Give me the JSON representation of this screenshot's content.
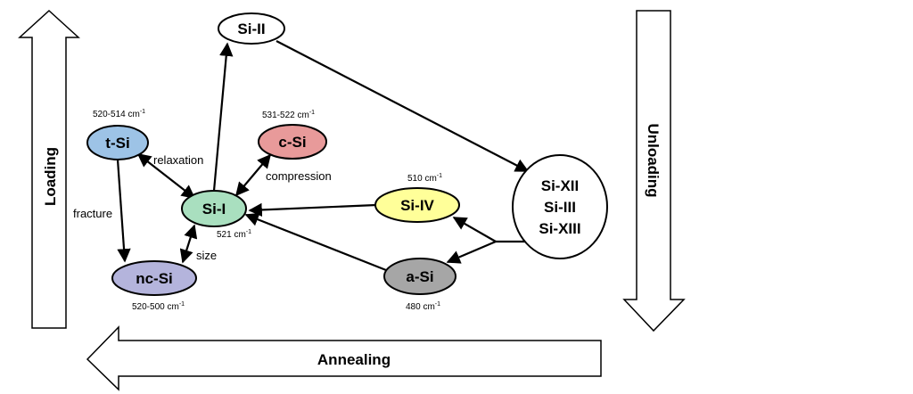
{
  "arrows": {
    "loading": "Loading",
    "unloading": "Unloading",
    "annealing": "Annealing"
  },
  "nodes": {
    "si_ii": {
      "label": "Si-II",
      "color": "#ffffff"
    },
    "t_si": {
      "label": "t-Si",
      "color": "#9dc3e6",
      "wavenumber": "520-514 cm",
      "unit_exp": "-1"
    },
    "c_si": {
      "label": "c-Si",
      "color": "#e89a9a",
      "wavenumber": "531-522 cm",
      "unit_exp": "-1"
    },
    "si_i": {
      "label": "Si-I",
      "color": "#a9dfbf",
      "wavenumber": "521 cm",
      "unit_exp": "-1"
    },
    "nc_si": {
      "label": "nc-Si",
      "color": "#b4b4dc",
      "wavenumber": "520-500 cm",
      "unit_exp": "-1"
    },
    "si_iv": {
      "label": "Si-IV",
      "color": "#ffff99",
      "wavenumber": "510 cm",
      "unit_exp": "-1"
    },
    "a_si": {
      "label": "a-Si",
      "color": "#a6a6a6",
      "wavenumber": "480 cm",
      "unit_exp": "-1"
    },
    "si_xii_group": {
      "lines": [
        "Si-XII",
        "Si-III",
        "Si-XIII"
      ],
      "color": "#ffffff"
    }
  },
  "edge_labels": {
    "relaxation": "relaxation",
    "compression": "compression",
    "fracture": "fracture",
    "size": "size"
  }
}
